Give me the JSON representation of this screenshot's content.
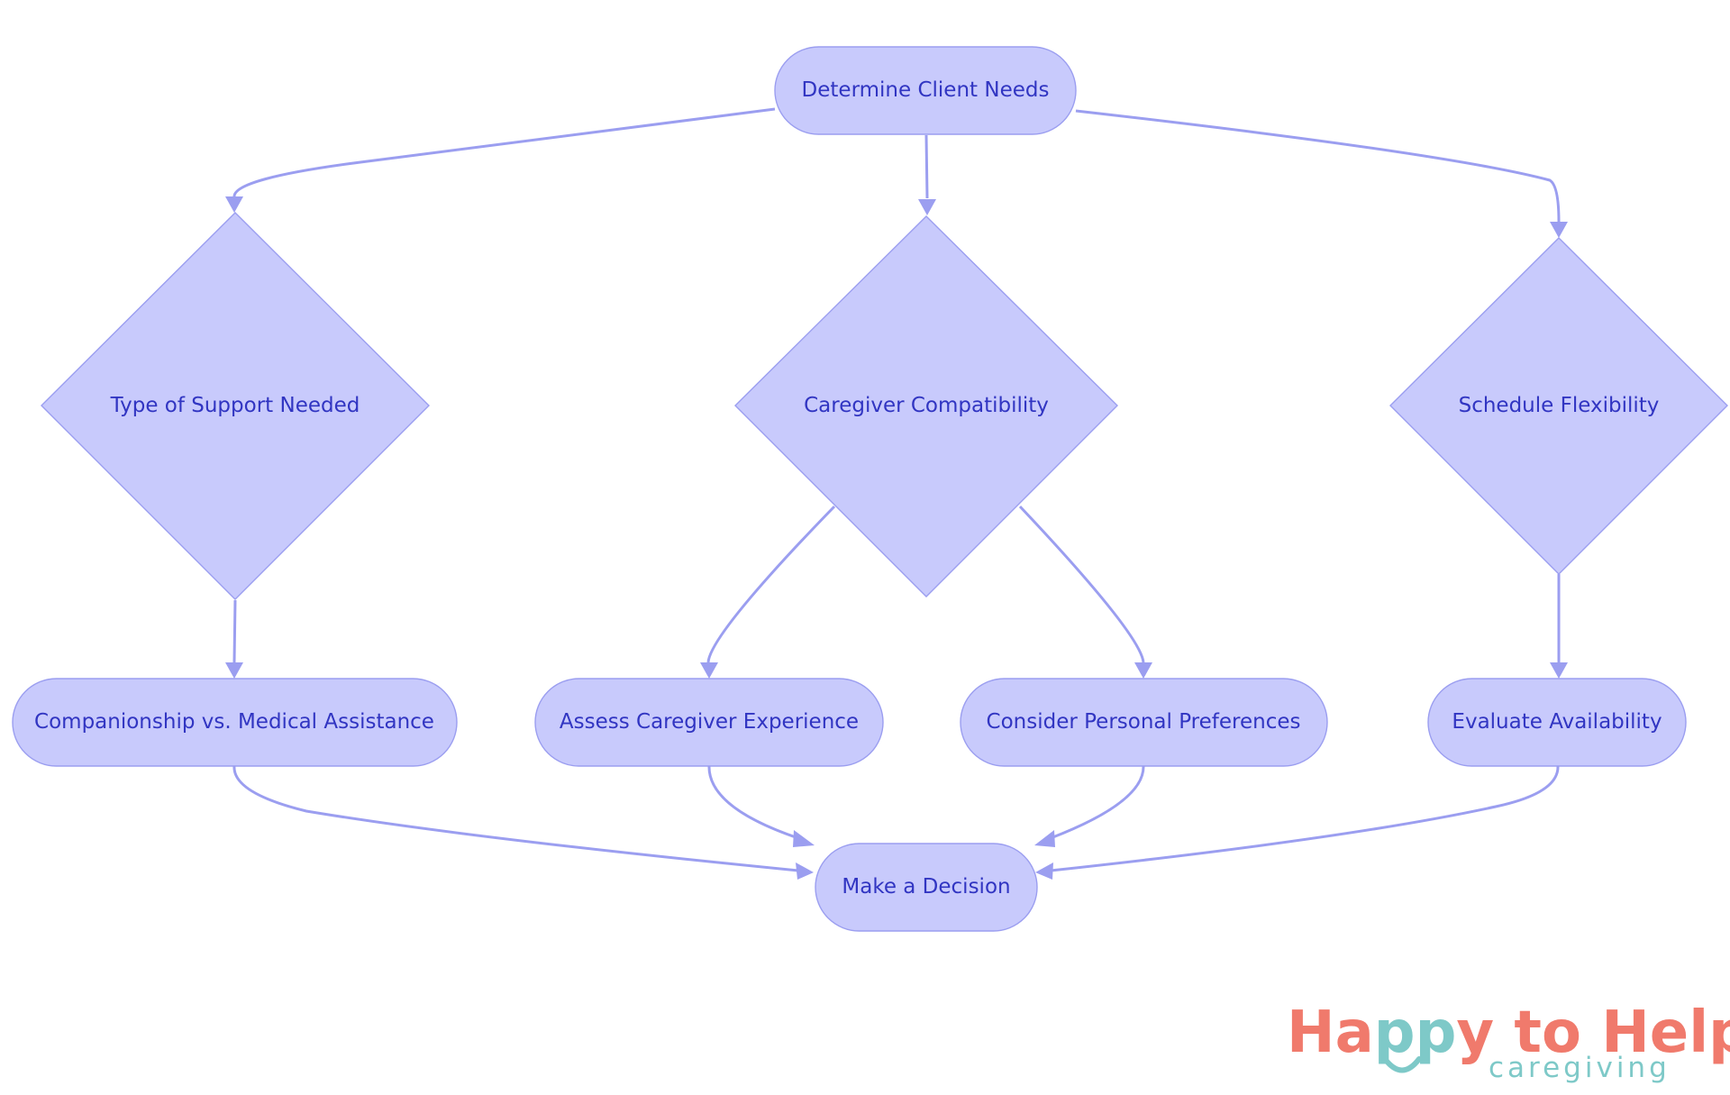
{
  "nodes": {
    "determine_client_needs": "Determine Client Needs",
    "type_of_support_needed": "Type of Support Needed",
    "caregiver_compatibility": "Caregiver Compatibility",
    "schedule_flexibility": "Schedule Flexibility",
    "companionship_vs_medical": "Companionship vs. Medical Assistance",
    "assess_caregiver_experience": "Assess Caregiver Experience",
    "consider_personal_preferences": "Consider Personal Preferences",
    "evaluate_availability": "Evaluate Availability",
    "make_a_decision": "Make a Decision"
  },
  "logo": {
    "text_part1": "Ha",
    "text_part2": "pp",
    "text_part3": "y to Help",
    "subtitle": "caregiving"
  },
  "colors": {
    "node_fill": "#c8cafc",
    "node_stroke": "#9b9ef0",
    "node_text": "#3135c2",
    "edge": "#9b9ef0",
    "logo_coral": "#f07a6c",
    "logo_teal": "#7ec9c8"
  }
}
